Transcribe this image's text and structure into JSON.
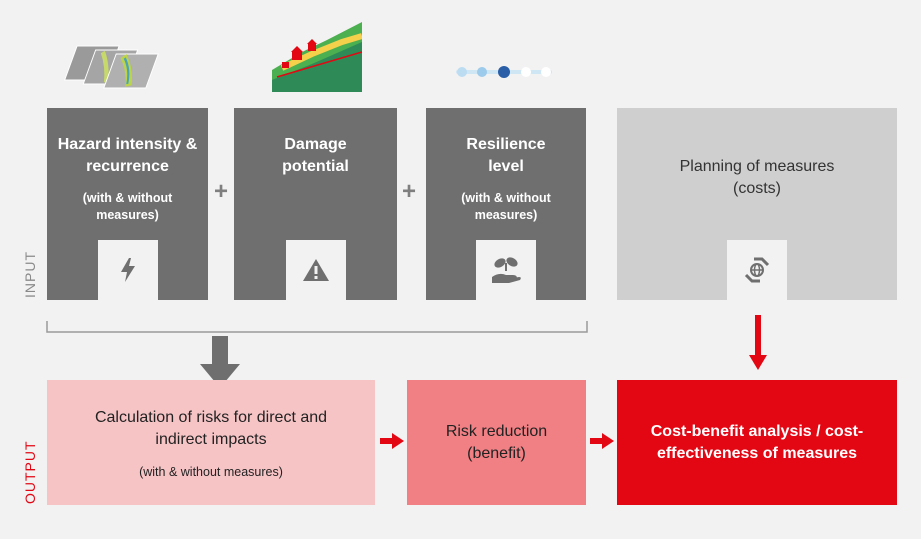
{
  "side_labels": {
    "input": "INPUT",
    "output": "OUTPUT"
  },
  "inputs": [
    {
      "title": "Hazard intensity & recurrence",
      "sub": "(with & without measures)",
      "icon": "lightning-icon"
    },
    {
      "title": "Damage potential",
      "sub": "",
      "icon": "warning-icon"
    },
    {
      "title": "Resilience level",
      "sub": "(with & without measures)",
      "icon": "hand-plant-icon"
    }
  ],
  "plus": "+",
  "planning": {
    "title": "Planning of measures",
    "sub": "(costs)",
    "icon": "globe-hands-icon"
  },
  "outputs": [
    {
      "title": "Calculation of risks for direct and indirect impacts",
      "sub": "(with & without measures)"
    },
    {
      "title": "Risk reduction (benefit)",
      "sub": ""
    },
    {
      "title": "Cost-benefit analysis / cost-effectiveness of measures",
      "sub": ""
    }
  ],
  "colors": {
    "input_box": "#6f6f6f",
    "planning_box": "#cfcfcf",
    "output_light": "#f7c4c6",
    "output_mid": "#f08084",
    "output_red": "#e30613",
    "arrow_red": "#e30613",
    "arrow_grey": "#6f6f6f"
  }
}
